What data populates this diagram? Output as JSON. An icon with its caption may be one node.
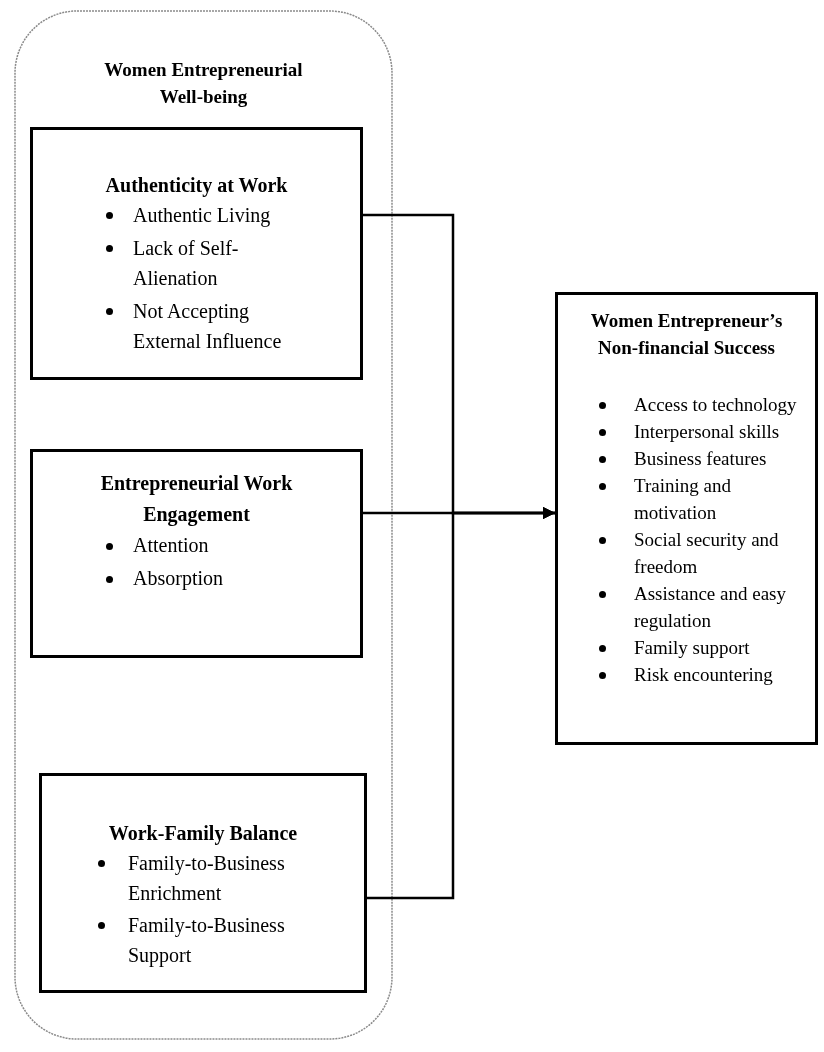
{
  "diagram": {
    "nodes": [
      {
        "text": [
          "Women Entrepreneurial Well-being"
        ]
      },
      {
        "text": [
          "Authenticity at Work",
          "Authentic Living",
          "Lack of Self-Alienation",
          "Not Accepting External Influence"
        ],
        "in": 0
      },
      {
        "text": [
          "Entrepreneurial Work Engagement",
          "Attention",
          "Absorption"
        ],
        "in": 0
      },
      {
        "text": [
          "Work-Family Balance",
          "Family-to-Business Enrichment",
          "Family-to-Business Support"
        ],
        "in": 0
      },
      {
        "text": [
          "Women Entrepreneur’s Non-financial Success",
          "Access to technology",
          "Interpersonal skills",
          "Business features",
          "Training and motivation",
          "Social security and freedom",
          "Assistance and easy regulation",
          "Family support",
          "Risk encountering"
        ]
      }
    ],
    "edges": [
      {
        "from": 1,
        "to": 4,
        "arrow": "to"
      },
      {
        "from": 2,
        "to": 4,
        "arrow": "to"
      },
      {
        "from": 3,
        "to": 4,
        "arrow": "to"
      }
    ]
  }
}
